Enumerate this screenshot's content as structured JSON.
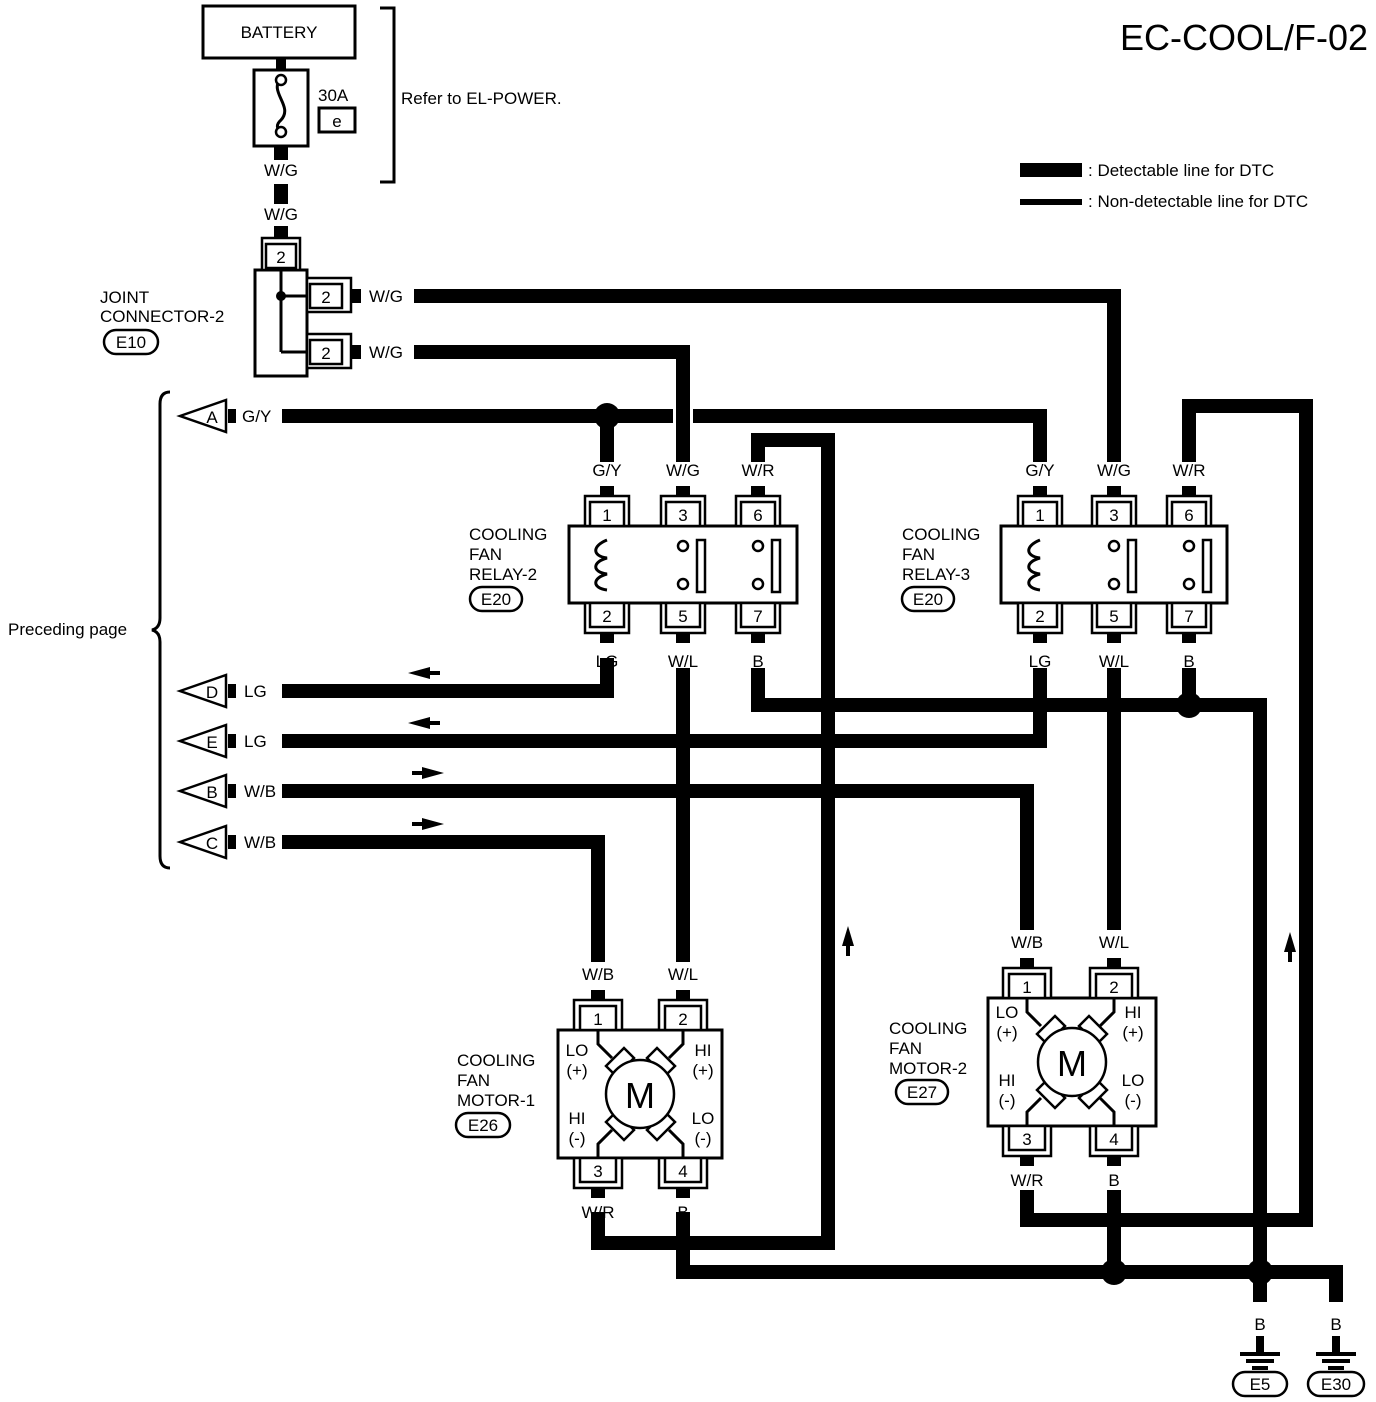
{
  "page_title": "EC-COOL/F-02",
  "legend": {
    "detectable": ": Detectable line for DTC",
    "non_detectable": ": Non-detectable line for DTC"
  },
  "battery": {
    "label": "BATTERY",
    "fuse_rating": "30A",
    "fuse_id": "e",
    "note": "Refer to EL-POWER.",
    "wire_top": "W/G",
    "wire_bottom": "W/G"
  },
  "joint_connector": {
    "line1": "JOINT",
    "line2": "CONNECTOR-2",
    "connector": "E10",
    "pin_top": "2",
    "pin_out1": "2",
    "pin_out2": "2",
    "wire_out1": "W/G",
    "wire_out2": "W/G"
  },
  "preceding": {
    "label": "Preceding page",
    "connectors": [
      {
        "letter": "A",
        "wire": "G/Y"
      },
      {
        "letter": "D",
        "wire": "LG"
      },
      {
        "letter": "E",
        "wire": "LG"
      },
      {
        "letter": "B",
        "wire": "W/B"
      },
      {
        "letter": "C",
        "wire": "W/B"
      }
    ]
  },
  "relay2": {
    "line1": "COOLING",
    "line2": "FAN",
    "line3": "RELAY-2",
    "connector": "E20",
    "top_wires": [
      "G/Y",
      "W/G",
      "W/R"
    ],
    "top_pins": [
      "1",
      "3",
      "6"
    ],
    "bottom_pins": [
      "2",
      "5",
      "7"
    ],
    "bottom_wires": [
      "LG",
      "W/L",
      "B"
    ]
  },
  "relay3": {
    "line1": "COOLING",
    "line2": "FAN",
    "line3": "RELAY-3",
    "connector": "E20",
    "top_wires": [
      "G/Y",
      "W/G",
      "W/R"
    ],
    "top_pins": [
      "1",
      "3",
      "6"
    ],
    "bottom_pins": [
      "2",
      "5",
      "7"
    ],
    "bottom_wires": [
      "LG",
      "W/L",
      "B"
    ]
  },
  "motor1": {
    "line1": "COOLING",
    "line2": "FAN",
    "line3": "MOTOR-1",
    "connector": "E26",
    "top_wires": [
      "W/B",
      "W/L"
    ],
    "top_pins": [
      "1",
      "2"
    ],
    "bottom_pins": [
      "3",
      "4"
    ],
    "bottom_wires": [
      "W/R",
      "B"
    ],
    "symbol": "M",
    "term_tl": [
      "LO",
      "(+)"
    ],
    "term_tr": [
      "HI",
      "(+)"
    ],
    "term_bl": [
      "HI",
      "(-)"
    ],
    "term_br": [
      "LO",
      "(-)"
    ]
  },
  "motor2": {
    "line1": "COOLING",
    "line2": "FAN",
    "line3": "MOTOR-2",
    "connector": "E27",
    "top_wires": [
      "W/B",
      "W/L"
    ],
    "top_pins": [
      "1",
      "2"
    ],
    "bottom_pins": [
      "3",
      "4"
    ],
    "bottom_wires": [
      "W/R",
      "B"
    ],
    "symbol": "M",
    "term_tl": [
      "LO",
      "(+)"
    ],
    "term_tr": [
      "HI",
      "(+)"
    ],
    "term_bl": [
      "HI",
      "(-)"
    ],
    "term_br": [
      "LO",
      "(-)"
    ]
  },
  "grounds": [
    {
      "wire": "B",
      "connector": "E5"
    },
    {
      "wire": "B",
      "connector": "E30"
    }
  ]
}
